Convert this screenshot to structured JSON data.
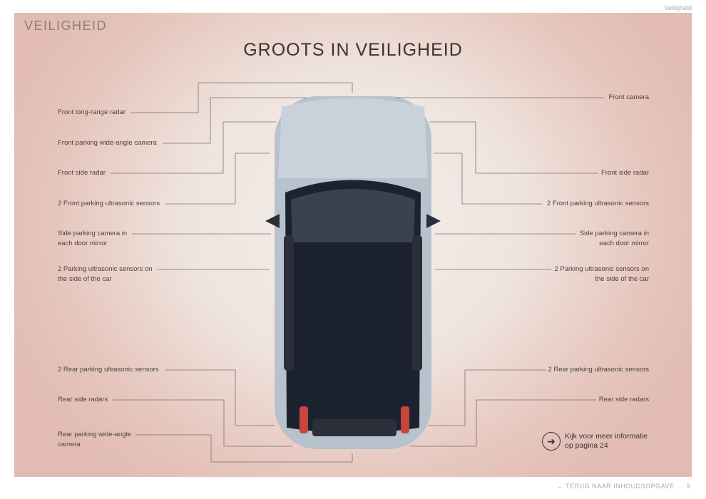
{
  "header": {
    "section_small": "Veiligheid"
  },
  "page": {
    "section": "VEILIGHEID",
    "title": "GROOTS IN VEILIGHEID"
  },
  "left_labels": [
    {
      "line1": "Front long-range radar"
    },
    {
      "line1": "Front parking wide-angle camera"
    },
    {
      "line1": "Front side radar"
    },
    {
      "line1": "2 Front parking ultrasonic sensors"
    },
    {
      "line1": "Side parking camera in",
      "line2": "each door mirror"
    },
    {
      "line1": "2 Parking ultrasonic sensors on",
      "line2": "the side of the car"
    },
    {
      "line1": "2 Rear parking ultrasonic sensors"
    },
    {
      "line1": "Rear side radars"
    },
    {
      "line1": "Rear parking wide-angle",
      "line2": "camera"
    }
  ],
  "right_labels": [
    {
      "line1": "Front camera"
    },
    {
      "line1": "Front side radar"
    },
    {
      "line1": "2 Front parking ultrasonic sensors"
    },
    {
      "line1": "Side parking camera in",
      "line2": "each door mirror"
    },
    {
      "line1": "2 Parking ultrasonic sensors on",
      "line2": "the side of the car"
    },
    {
      "line1": "2 Rear parking ultrasonic sensors"
    },
    {
      "line1": "Rear side radars"
    }
  ],
  "cta": {
    "icon": "arrow-right-circle-icon",
    "line1": "Kijk voor meer informatie",
    "line2": "op pagina 24"
  },
  "footer": {
    "back_link": "← TERUG NAAR INHOUDSOPGAVE",
    "page_number": "9"
  }
}
